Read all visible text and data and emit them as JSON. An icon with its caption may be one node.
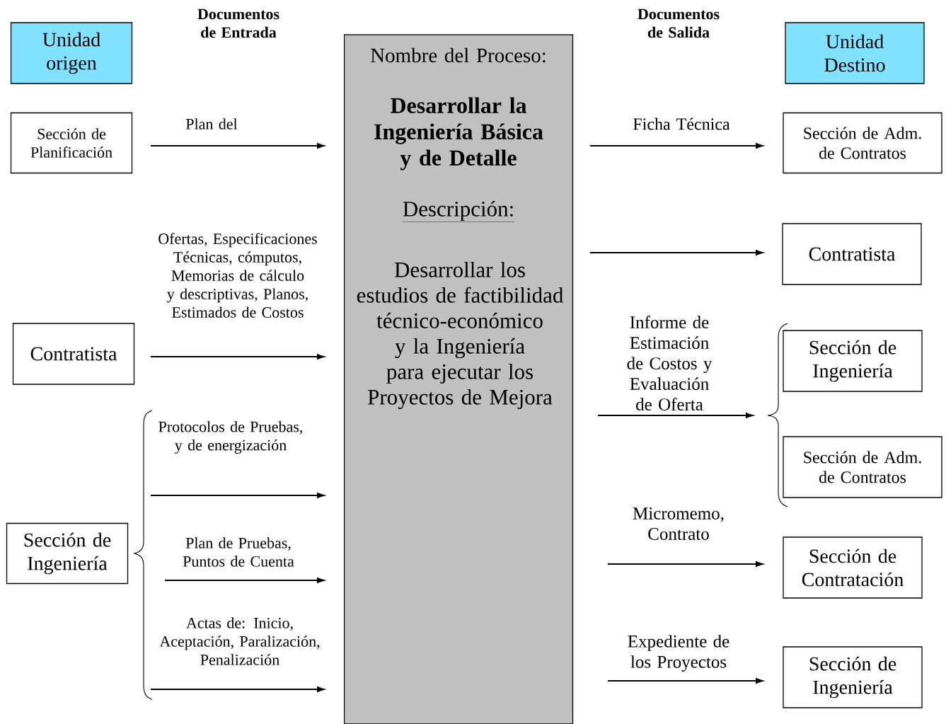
{
  "diagram": {
    "nodes": [
      {
        "text": [
          "Unidad origen"
        ]
      },
      {
        "text": [
          "Sección de Planificación"
        ]
      },
      {
        "text": [
          "Contratista"
        ]
      },
      {
        "text": [
          "Sección de Ingeniería"
        ]
      },
      {
        "text": [
          "Nombre del Proceso:",
          "Desarrollar la Ingeniería Básica y de Detalle",
          "Descripción:",
          "Desarrollar los estudios de factibilidad técnico-económico y la Ingeniería para ejecutar los Proyectos de Mejora"
        ]
      },
      {
        "text": [
          "Unidad Destino"
        ]
      },
      {
        "text": [
          "Sección de Adm. de Contratos"
        ]
      },
      {
        "text": [
          "Contratista"
        ]
      },
      {
        "text": [
          "Sección de Ingeniería"
        ]
      },
      {
        "text": [
          "Sección de Adm. de Contratos"
        ]
      },
      {
        "text": [
          "Sección de Contratación"
        ]
      },
      {
        "text": [
          "Sección de Ingeniería"
        ]
      }
    ],
    "edges": [
      {
        "from": 1,
        "to": 4,
        "arrow": "to",
        "label": "Plan del"
      },
      {
        "from": 2,
        "to": 4,
        "arrow": "to",
        "label": "Ofertas, Especificaciones Técnicas, cómputos, Memorias de cálculo y descriptivas, Planos, Estimados de Costos"
      },
      {
        "from": 3,
        "to": 4,
        "arrow": "to",
        "label": "Protocolos de Pruebas, y de energización"
      },
      {
        "from": 3,
        "to": 4,
        "arrow": "to",
        "label": "Plan de Pruebas, Puntos de Cuenta"
      },
      {
        "from": 3,
        "to": 4,
        "arrow": "to",
        "label": "Actas de: Inicio, Aceptación, Paralización, Penalización"
      },
      {
        "from": 4,
        "to": 6,
        "arrow": "to",
        "label": "Ficha Técnica"
      },
      {
        "from": 4,
        "to": 7,
        "arrow": "to"
      },
      {
        "from": 4,
        "to": 8,
        "arrow": "to",
        "label": "Informe de Estimación de Costos y Evaluación de Oferta"
      },
      {
        "from": 4,
        "to": 9,
        "arrow": "to"
      },
      {
        "from": 4,
        "to": 10,
        "arrow": "to",
        "label": "Micromemo, Contrato"
      },
      {
        "from": 4,
        "to": 11,
        "arrow": "to",
        "label": "Expediente de los Proyectos"
      }
    ],
    "labels": [
      "Documentos de Entrada",
      "Documentos de Salida"
    ]
  }
}
